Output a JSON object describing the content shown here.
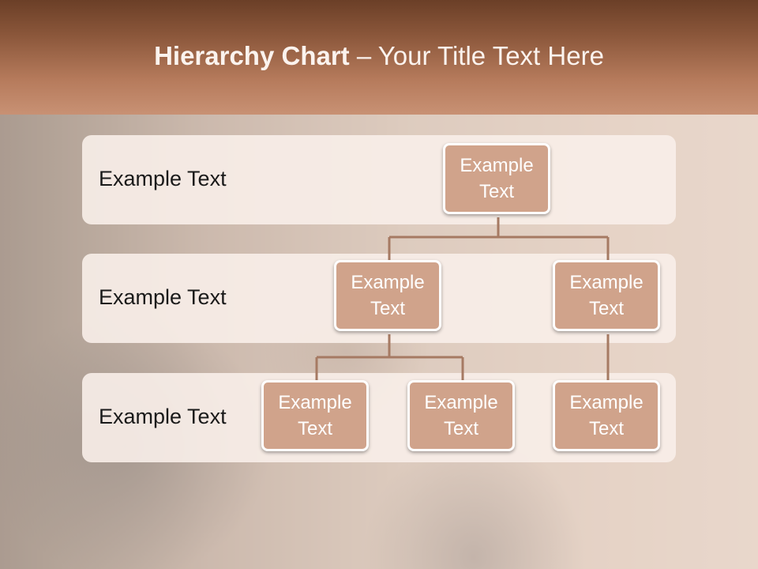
{
  "slide": {
    "title_bold": "Hierarchy Chart",
    "title_rest": " – Your Title Text Here"
  },
  "levels": [
    {
      "label": "Example Text"
    },
    {
      "label": "Example Text"
    },
    {
      "label": "Example Text"
    }
  ],
  "nodes": {
    "root": "Example Text",
    "left_manager": "Example Text",
    "right_manager": "Example Text",
    "left_child_1": "Example Text",
    "left_child_2": "Example Text",
    "right_child_1": "Example Text"
  },
  "colors": {
    "header_top": "#6b3f27",
    "header_bottom": "#c89174",
    "node_fill": "#d0a38b",
    "node_border": "#ffffff",
    "connector": "#a67a63",
    "band_fill": "#f8eee9"
  }
}
